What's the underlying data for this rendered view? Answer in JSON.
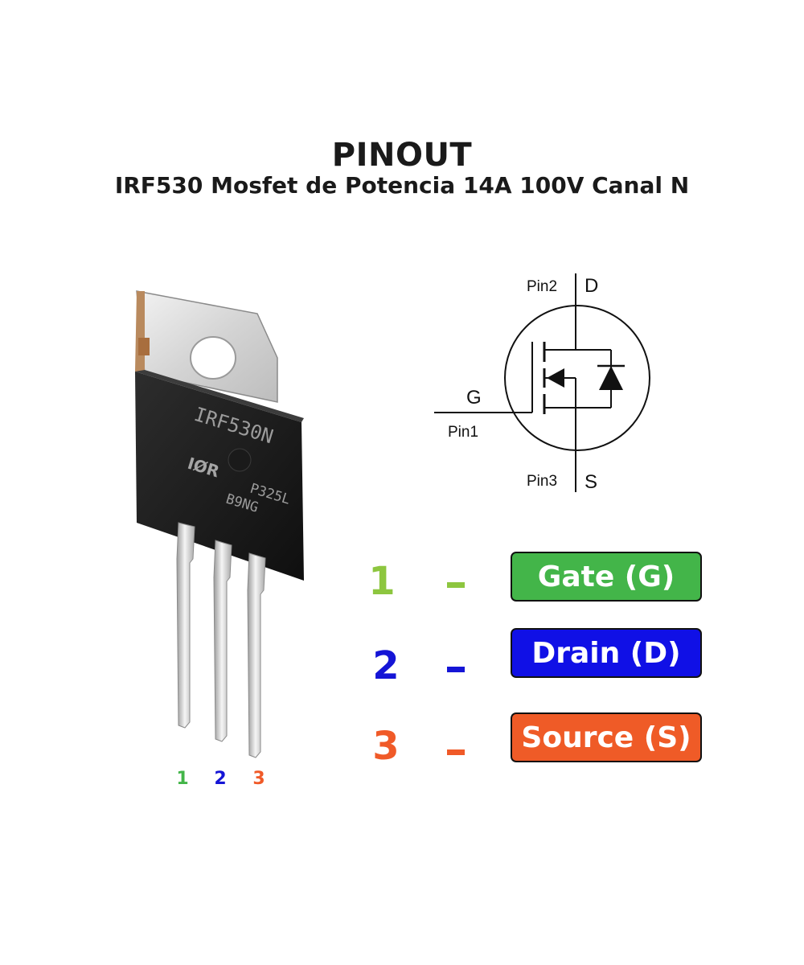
{
  "header": {
    "title": "PINOUT",
    "subtitle": "IRF530 Mosfet de Potencia 14A 100V Canal N"
  },
  "package": {
    "marking_line1": "IRF530N",
    "marking_logo": "IØR",
    "marking_line2": "P325L",
    "marking_line3": "B9NG",
    "pin_labels": [
      "1",
      "2",
      "3"
    ]
  },
  "symbol": {
    "drain_pin": "Pin2",
    "drain_letter": "D",
    "gate_letter": "G",
    "gate_pin": "Pin1",
    "source_pin": "Pin3",
    "source_letter": "S"
  },
  "legend": [
    {
      "number": "1",
      "dash": "-",
      "label": "Gate (G)",
      "color": "#43b549",
      "num_color": "#8dc63f"
    },
    {
      "number": "2",
      "dash": "-",
      "label": "Drain (D)",
      "color": "#1010e6",
      "num_color": "#1515d6"
    },
    {
      "number": "3",
      "dash": "-",
      "label": "Source (S)",
      "color": "#ef5b27",
      "num_color": "#f05a28"
    }
  ],
  "colors": {
    "pin1": "#43b549",
    "pin2": "#1515d6",
    "pin3": "#f05a28",
    "text": "#1a1a1a"
  }
}
